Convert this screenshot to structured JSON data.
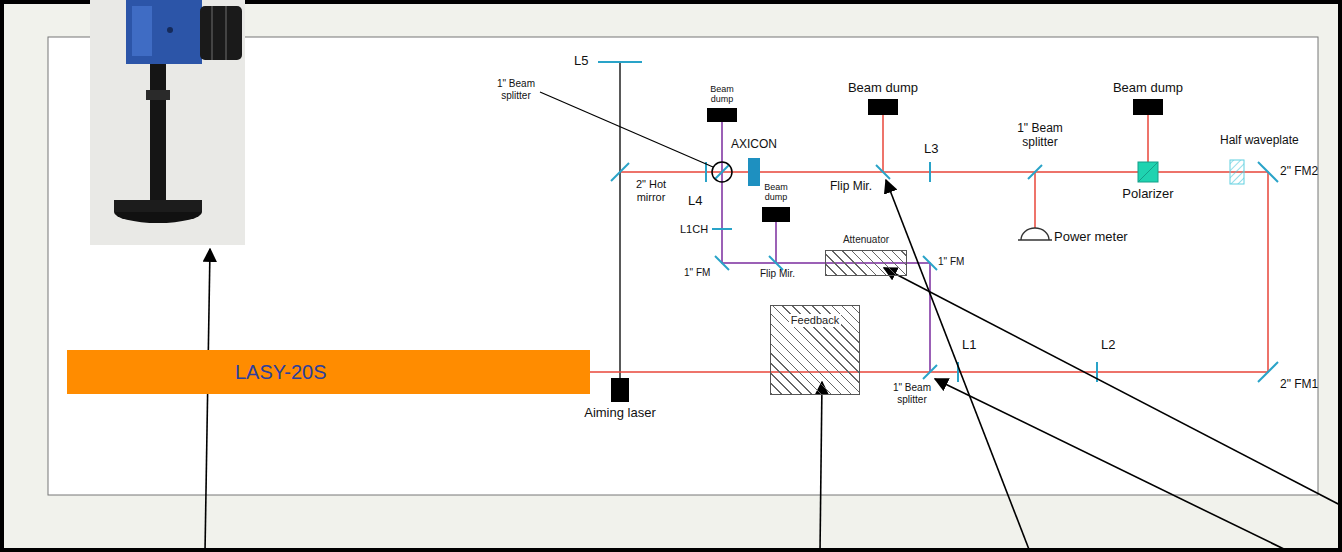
{
  "diagram": {
    "nodes": [
      {
        "text": [
          "LASY-20S"
        ]
      },
      {
        "text": [
          "Feedback"
        ]
      },
      {
        "text": [
          "Attenuator"
        ]
      }
    ],
    "edges": [
      {
        "from": 0,
        "to": 1,
        "arrow": "none"
      }
    ],
    "labels": [
      "L5",
      "1\" Beam splitter",
      "Beam dump",
      "AXICON",
      "Beam dump",
      "Beam dump",
      "1\" Beam splitter",
      "Half waveplate",
      "2\" Hot mirror",
      "L4",
      "L3",
      "Flip Mir.",
      "Polarizer",
      "2\" FM2",
      "Power meter",
      "L1CH",
      "Beam dump",
      "1\" FM",
      "Flip Mir.",
      "1\" FM",
      "L1",
      "L2",
      "1\" Beam splitter",
      "2\" FM1",
      "Aiming laser"
    ]
  }
}
